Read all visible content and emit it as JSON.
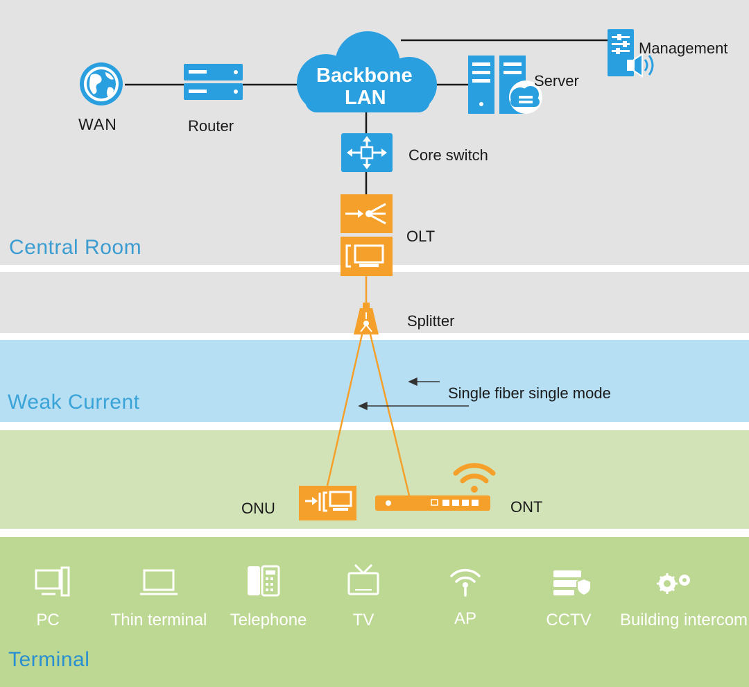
{
  "zones": {
    "central_room": "Central  Room",
    "weak_current": "Weak  Current",
    "terminal": "Terminal"
  },
  "backbone": {
    "line1": "Backbone",
    "line2": "LAN"
  },
  "nodes": {
    "wan": "WAN",
    "router": "Router",
    "server": "Server",
    "management": "Management",
    "core_switch": "Core switch",
    "olt": "OLT",
    "splitter": "Splitter",
    "fiber": "Single fiber single mode",
    "onu": "ONU",
    "ont": "ONT"
  },
  "terminals": [
    "PC",
    "Thin terminal",
    "Telephone",
    "TV",
    "AP",
    "CCTV",
    "Building intercom"
  ],
  "colors": {
    "band_gray": "#e3e3e3",
    "band_blue": "#b6dff4",
    "band_lightgreen": "#d3e3b8",
    "band_green": "#bdd892",
    "device_blue": "#2a9fe0",
    "device_orange": "#f5a02a",
    "zone_blue": "#3a9cd0"
  }
}
